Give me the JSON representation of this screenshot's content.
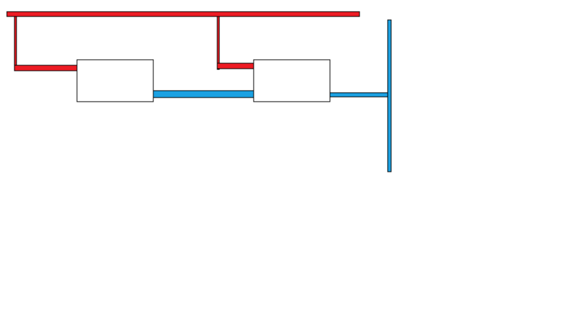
{
  "colors": {
    "background": "#ffffff",
    "red_pipe": "#ed1c24",
    "blue_pipe": "#1ba1e2",
    "outline": "#000000",
    "box_fill": "#ffffff"
  },
  "elements": {
    "red_lines": [
      "red-main-bar",
      "red-drop-left",
      "red-branch-left",
      "red-drop-middle",
      "red-branch-middle"
    ],
    "blue_lines": [
      "blue-link",
      "blue-outlet",
      "blue-vertical-bar"
    ],
    "boxes": [
      "box-left",
      "box-right"
    ]
  }
}
